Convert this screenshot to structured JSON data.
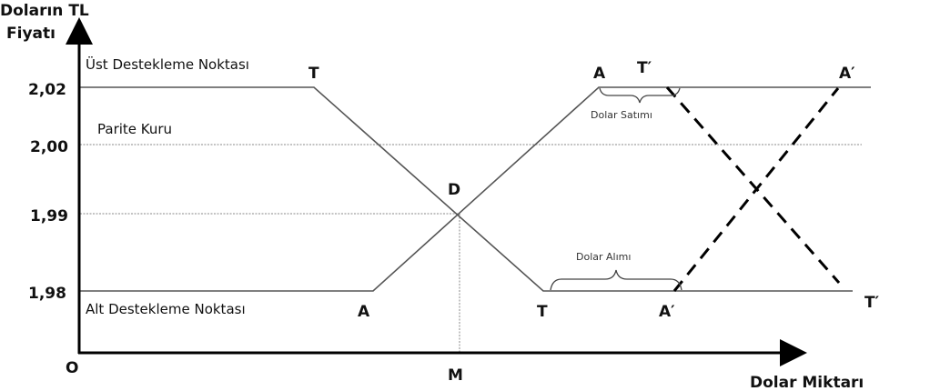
{
  "axes": {
    "y_label_line1": "Doların TL",
    "y_label_line2": "Fiyatı",
    "x_label": "Dolar Miktarı",
    "origin": "O",
    "m_label": "M"
  },
  "ticks": [
    "2,02",
    "2,00",
    "1,99",
    "1,98"
  ],
  "levels": {
    "upper": "Üst Destekleme Noktası",
    "parity": "Parite Kuru",
    "lower": "Alt Destekleme Noktası"
  },
  "points": {
    "T_top": "T",
    "A_bottom": "A",
    "D": "D",
    "T_bottom": "T",
    "A_top": "A",
    "T_prime_top": "T′",
    "A_prime_top": "A′",
    "A_prime_bottom": "A′",
    "T_prime_bottom": "T′"
  },
  "annotations": {
    "sale": "Dolar Satımı",
    "purchase": "Dolar Alımı"
  }
}
